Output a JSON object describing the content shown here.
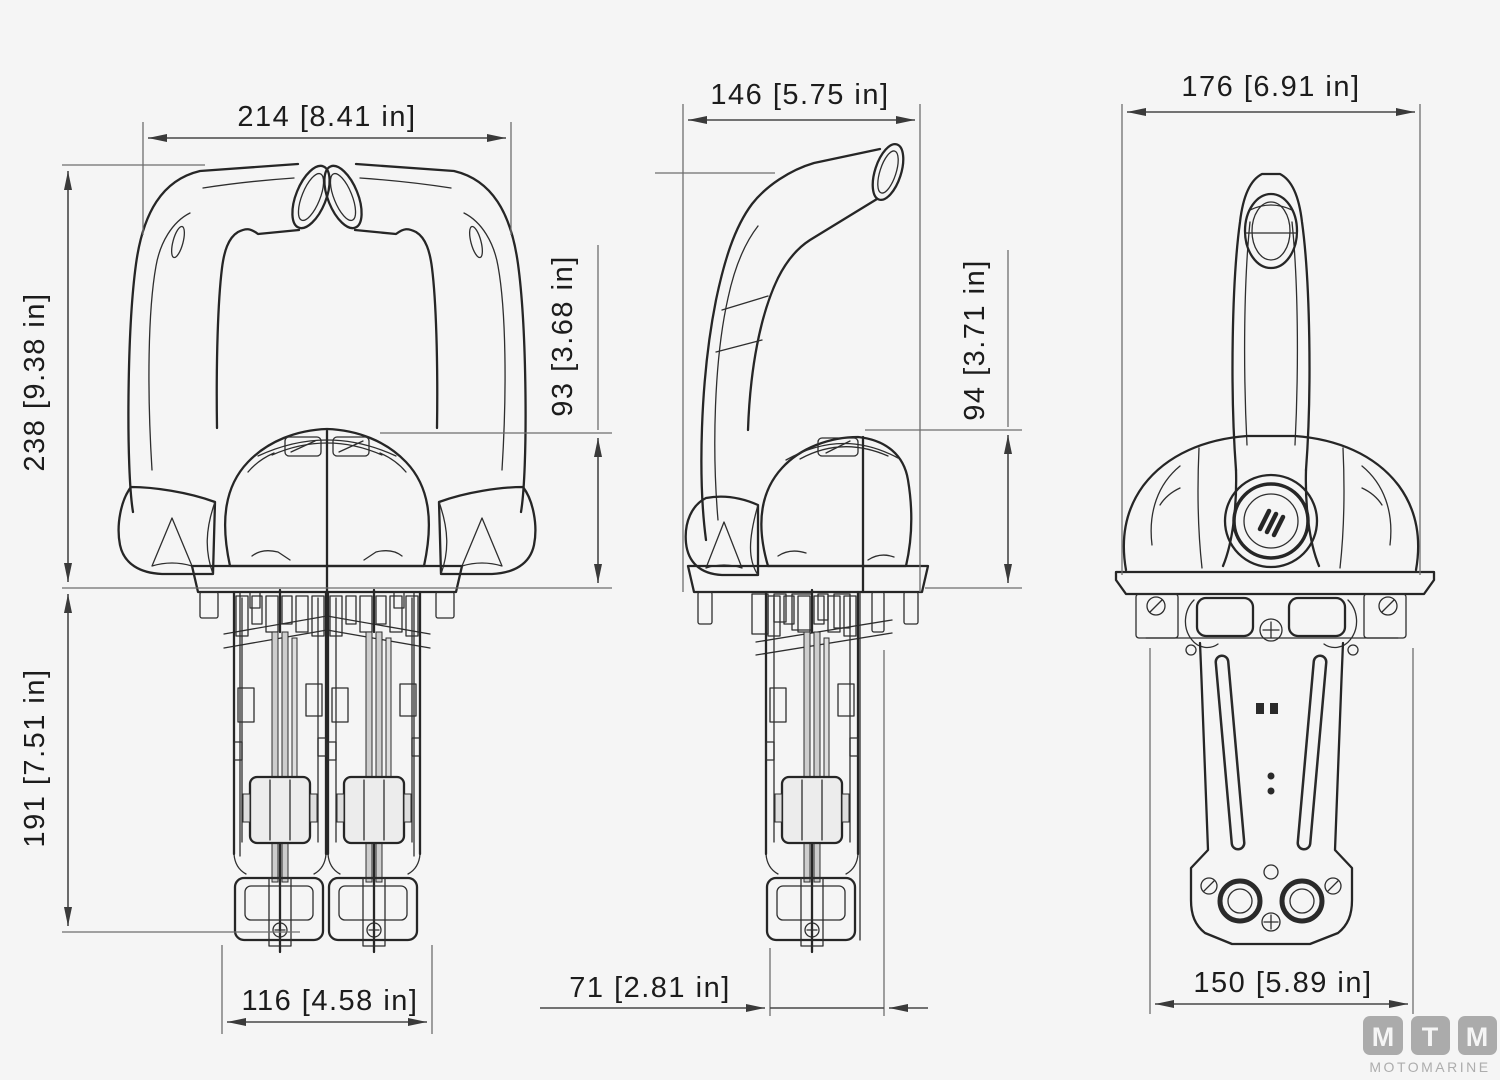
{
  "drawing": {
    "views": {
      "front": {
        "dim_width": "214 [8.41 in]",
        "dim_height_upper": "238 [9.38 in]",
        "dim_height_lower": "191 [7.51 in]",
        "dim_body_height": "93 [3.68 in]",
        "dim_base_width": "116 [4.58 in]"
      },
      "side": {
        "dim_width": "146 [5.75 in]",
        "dim_body_height": "94 [3.71 in]",
        "dim_base_depth": "71 [2.81 in]"
      },
      "rear": {
        "dim_width": "176 [6.91 in]",
        "dim_base_width": "150 [5.89 in]"
      }
    },
    "colors": {
      "line": "#262626",
      "dim_line": "#474747",
      "background": "#f5f5f5",
      "logo_gray": "#ababab"
    }
  },
  "logo": {
    "letters": [
      "M",
      "T",
      "M"
    ],
    "subtitle": "MOTOMARINE"
  }
}
